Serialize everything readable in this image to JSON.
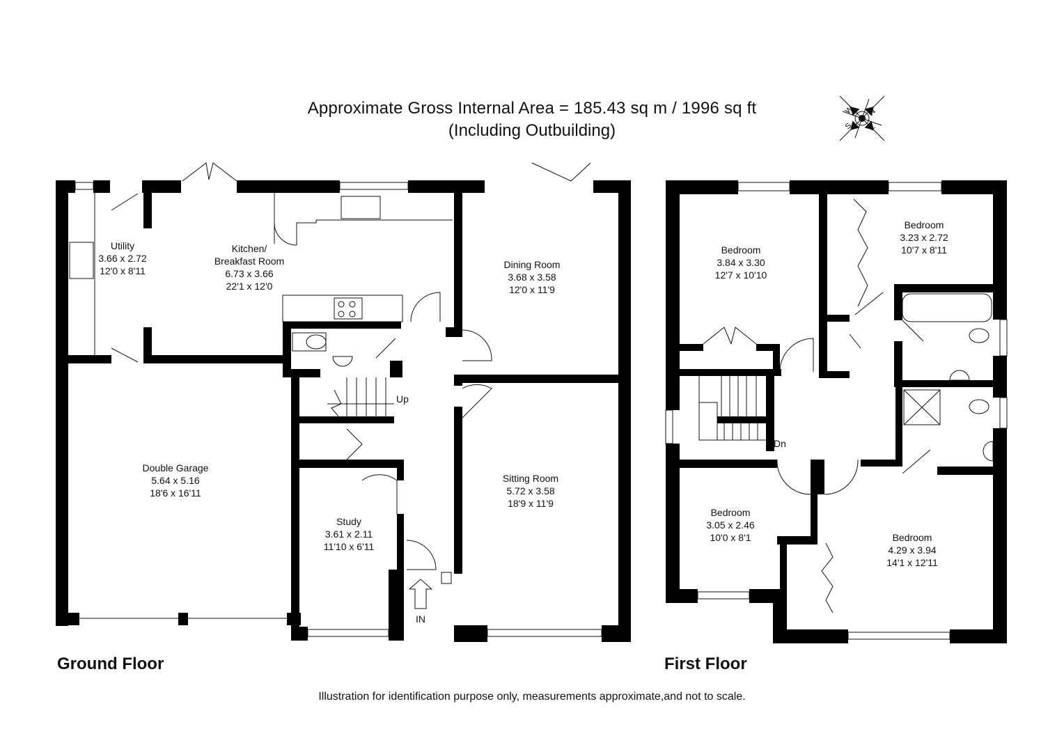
{
  "header": {
    "area_line": "Approximate Gross Internal Area = 185.43 sq m / 1996 sq ft",
    "note_line": "(Including Outbuilding)"
  },
  "compass": {
    "labels": [
      "N",
      "E",
      "S",
      "W"
    ]
  },
  "ground_floor": {
    "title": "Ground Floor",
    "stair_label": "Up",
    "entrance_label": "IN",
    "rooms": {
      "utility": {
        "name": "Utility",
        "metric": "3.66 x 2.72",
        "imperial": "12'0 x 8'11"
      },
      "kitchen": {
        "name": "Kitchen/",
        "name2": "Breakfast Room",
        "metric": "6.73 x 3.66",
        "imperial": "22'1 x 12'0"
      },
      "dining": {
        "name": "Dining Room",
        "metric": "3.68 x 3.58",
        "imperial": "12'0 x 11'9"
      },
      "garage": {
        "name": "Double Garage",
        "metric": "5.64 x 5.16",
        "imperial": "18'6 x 16'11"
      },
      "sitting": {
        "name": "Sitting Room",
        "metric": "5.72 x 3.58",
        "imperial": "18'9 x 11'9"
      },
      "study": {
        "name": "Study",
        "metric": "3.61 x 2.11",
        "imperial": "11'10 x 6'11"
      }
    }
  },
  "first_floor": {
    "title": "First Floor",
    "stair_label": "Dn",
    "rooms": {
      "bed1": {
        "name": "Bedroom",
        "metric": "3.84 x 3.30",
        "imperial": "12'7 x 10'10"
      },
      "bed2": {
        "name": "Bedroom",
        "metric": "3.23 x 2.72",
        "imperial": "10'7 x 8'11"
      },
      "bed3": {
        "name": "Bedroom",
        "metric": "3.05 x 2.46",
        "imperial": "10'0 x 8'1"
      },
      "bed4": {
        "name": "Bedroom",
        "metric": "4.29 x 3.94",
        "imperial": "14'1 x 12'11"
      }
    }
  },
  "footer": {
    "disclaimer": "Illustration for identification purpose only, measurements approximate,and not to scale."
  }
}
